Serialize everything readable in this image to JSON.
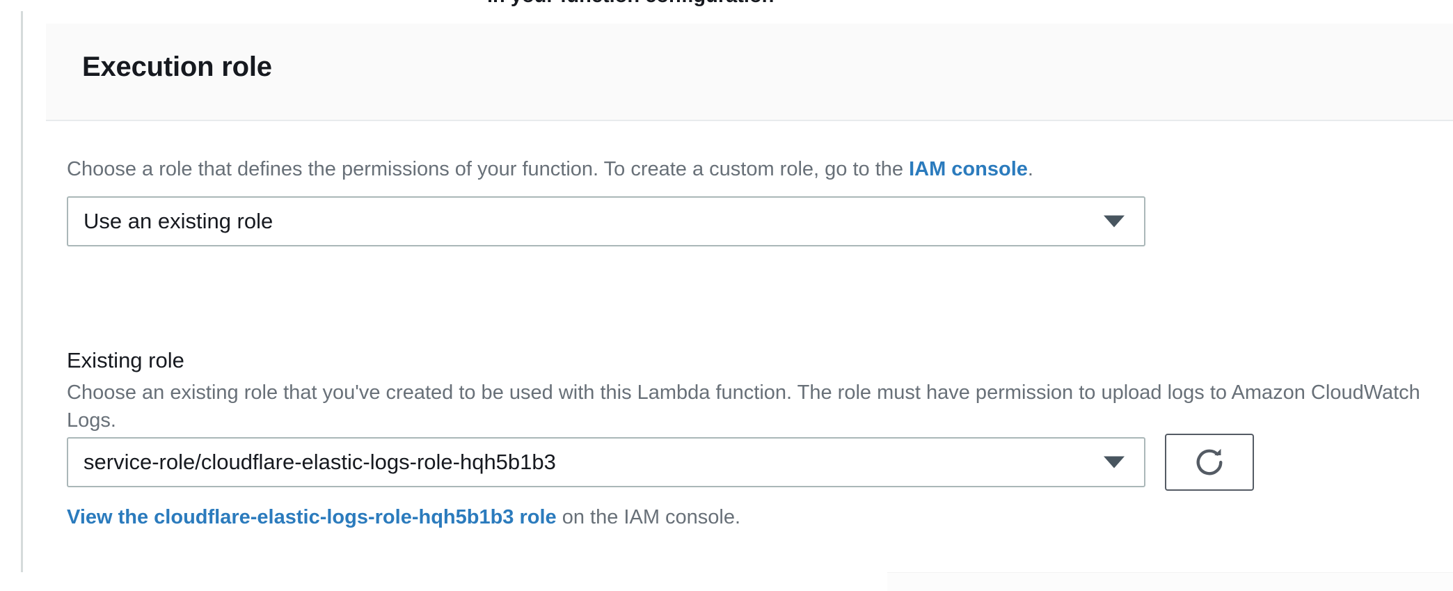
{
  "above_section": {
    "cut_off_text": "in your function configuration"
  },
  "card": {
    "title": "Execution role"
  },
  "role_choice": {
    "description_before_link": "Choose a role that defines the permissions of your function. To create a custom role, go to the ",
    "link_label": "IAM console",
    "description_after_link": ".",
    "select": {
      "selected_value": "Use an existing role",
      "caret_icon": "chevron-down-icon"
    }
  },
  "existing_role": {
    "label": "Existing role",
    "description": "Choose an existing role that you've created to be used with this Lambda function. The role must have permission to upload logs to Amazon CloudWatch Logs.",
    "select": {
      "selected_value": "service-role/cloudflare-elastic-logs-role-hqh5b1b3",
      "caret_icon": "chevron-down-icon"
    },
    "refresh_button": {
      "icon": "refresh-icon",
      "title": "Refresh"
    },
    "view_role_link": "View the cloudflare-elastic-logs-role-hqh5b1b3 role",
    "view_role_suffix": " on the IAM console."
  },
  "colors": {
    "link_blue": "#2b7bbd",
    "text_dark": "#16191f",
    "text_muted": "#687078",
    "border_gray": "#aab7b8",
    "header_bg": "#fafafa",
    "divider": "#e8ebed",
    "caret": "#48555f"
  }
}
